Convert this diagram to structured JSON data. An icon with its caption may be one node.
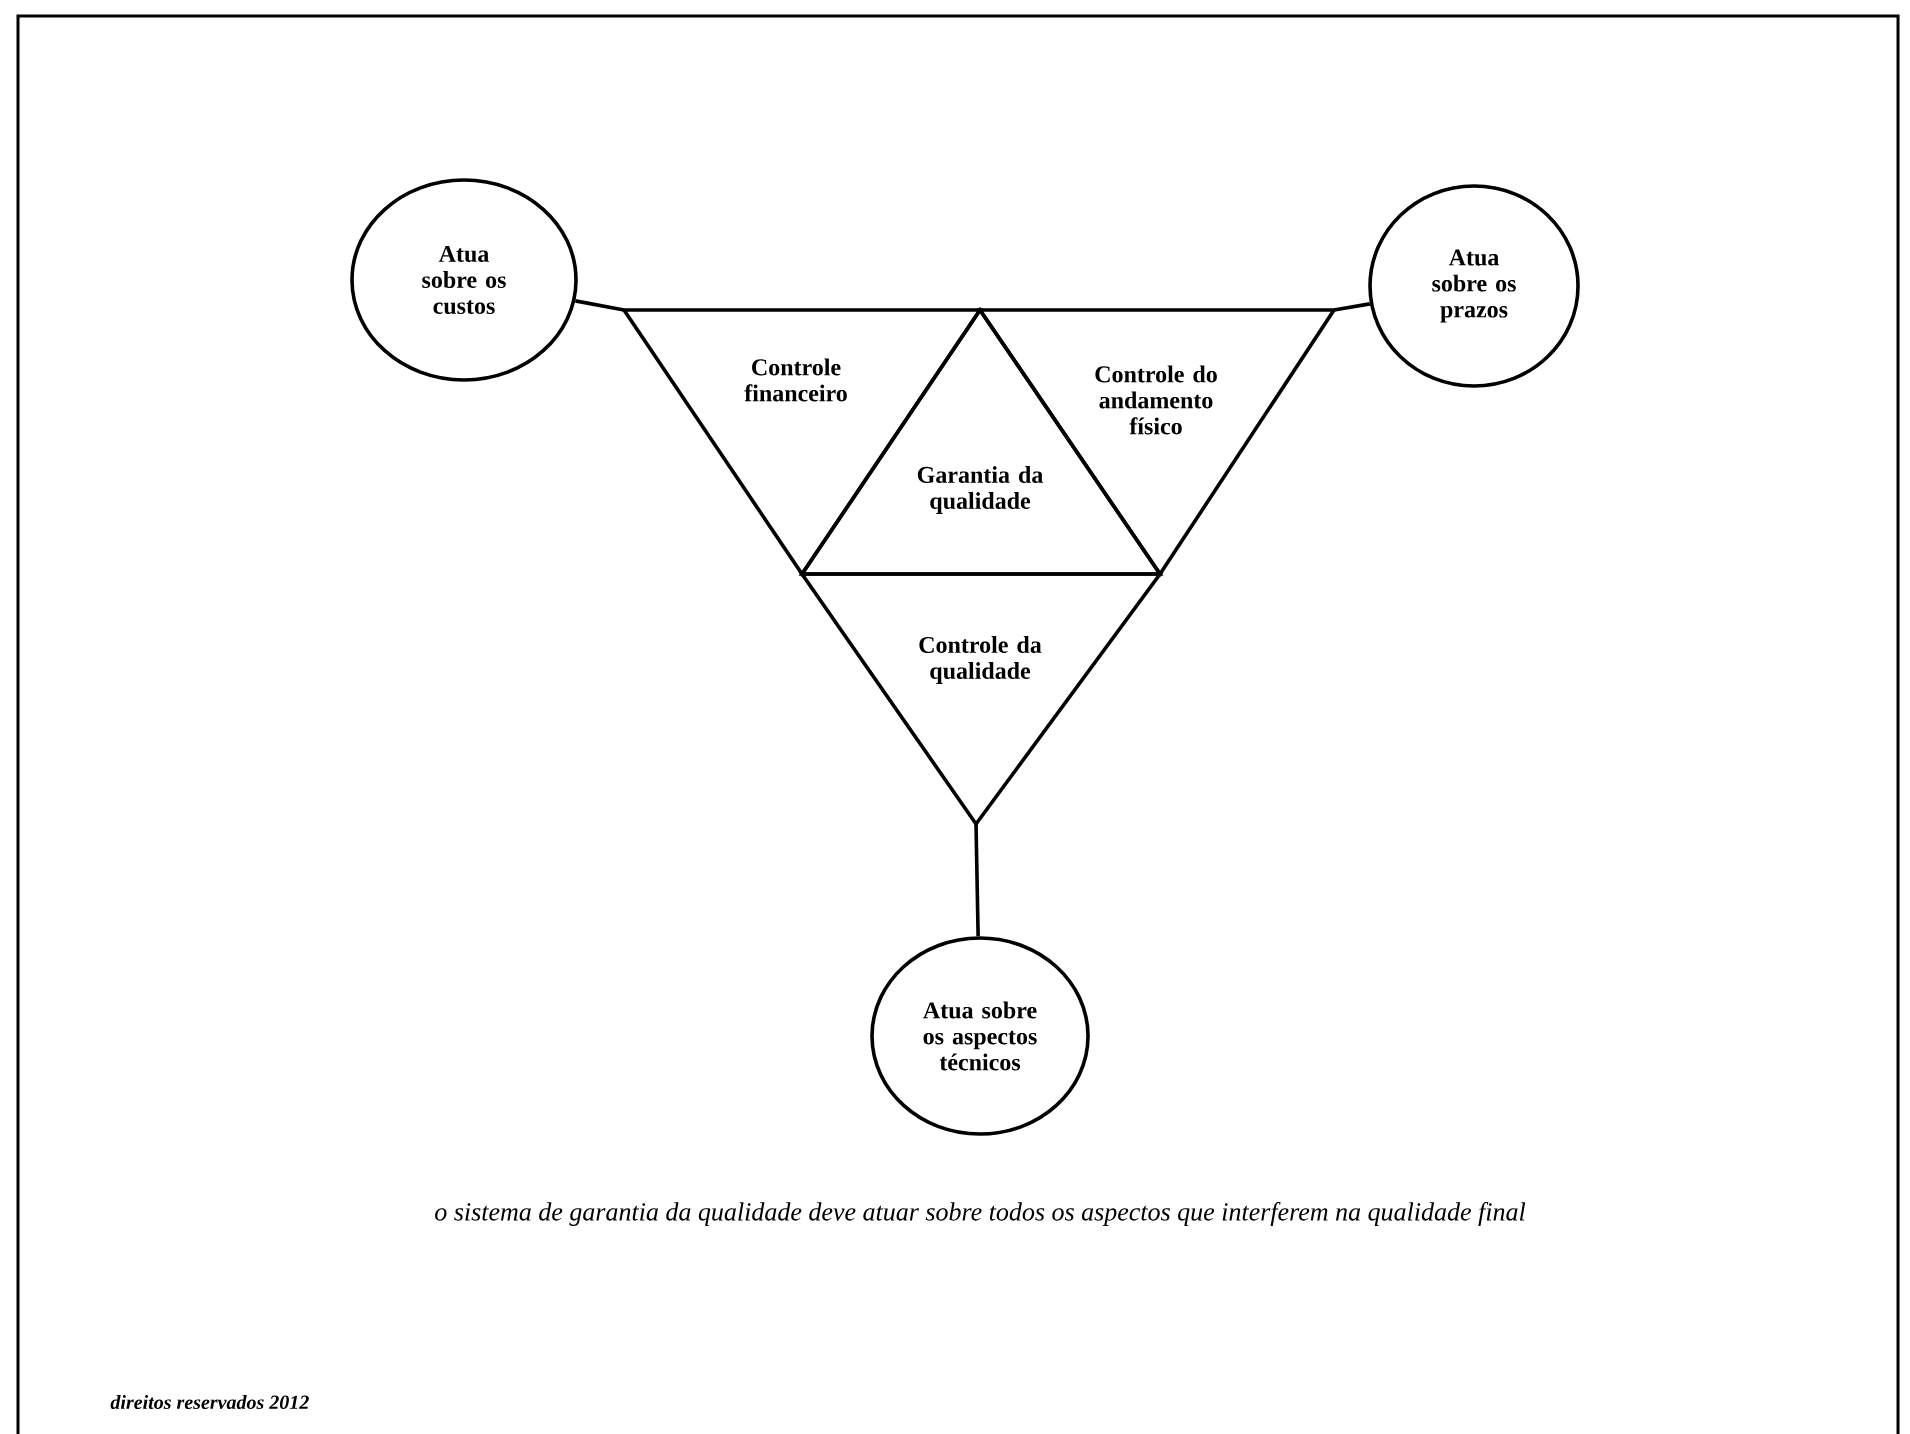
{
  "diagram": {
    "nodes": [
      {
        "text": [
          "Atua sobre os custos"
        ]
      },
      {
        "text": [
          "Atua sobre os prazos"
        ]
      },
      {
        "text": [
          "Controle financeiro"
        ]
      },
      {
        "text": [
          "Garantia da qualidade"
        ]
      },
      {
        "text": [
          "Controle do andamento físico"
        ]
      },
      {
        "text": [
          "Controle da qualidade"
        ]
      },
      {
        "text": [
          "Atua sobre os aspectos técnicos"
        ]
      }
    ],
    "edges": [
      {
        "from": 0,
        "to": 2,
        "arrow": "none"
      },
      {
        "from": 1,
        "to": 4,
        "arrow": "none"
      },
      {
        "from": 6,
        "to": 5,
        "arrow": "none"
      }
    ],
    "caption": "o sistema de garantia da qualidade deve atuar sobre todos os aspectos que interferem na qualidade final",
    "labels": [
      "direitos reservados 2012"
    ]
  }
}
